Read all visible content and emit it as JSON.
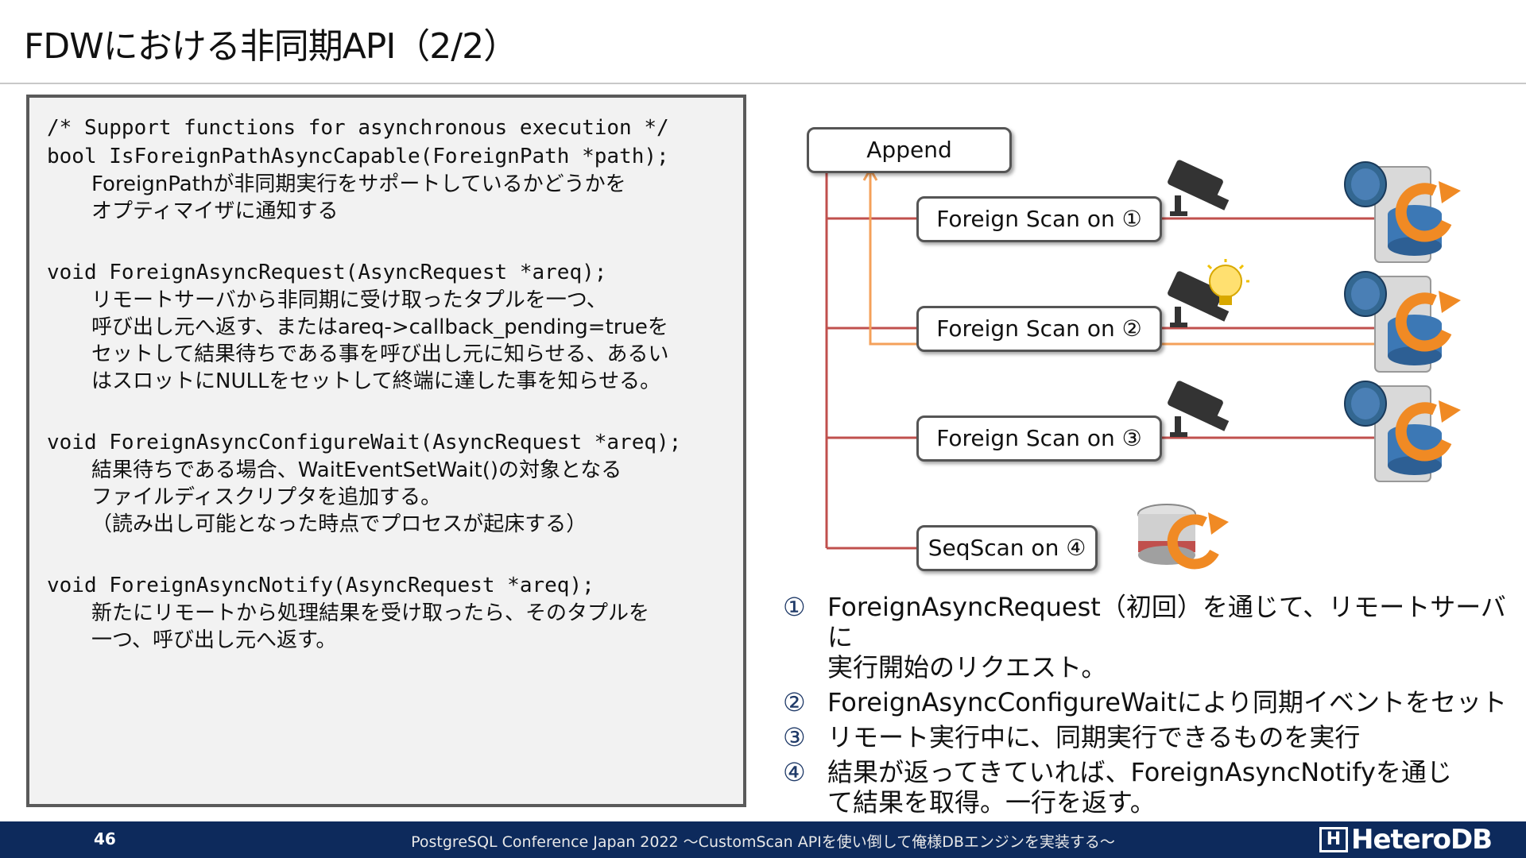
{
  "slide": {
    "title": "FDWにおける非同期API（2/2）"
  },
  "code": {
    "header": "/* Support functions for asynchronous execution */",
    "functions": [
      {
        "signature": "bool IsForeignPathAsyncCapable(ForeignPath *path);",
        "description": [
          "ForeignPathが非同期実行をサポートしているかどうかを",
          "オプティマイザに通知する"
        ]
      },
      {
        "signature": "void ForeignAsyncRequest(AsyncRequest *areq);",
        "description": [
          "リモートサーバから非同期に受け取ったタプルを一つ、",
          "呼び出し元へ返す、またはareq->callback_pending=trueを",
          "セットして結果待ちである事を呼び出し元に知らせる、あるい",
          "はスロットにNULLをセットして終端に達した事を知らせる。"
        ]
      },
      {
        "signature": "void ForeignAsyncConfigureWait(AsyncRequest *areq);",
        "description": [
          "結果待ちである場合、WaitEventSetWait()の対象となる",
          "ファイルディスクリプタを追加する。",
          "（読み出し可能となった時点でプロセスが起床する）"
        ]
      },
      {
        "signature": "void ForeignAsyncNotify(AsyncRequest *areq);",
        "description": [
          "新たにリモートから処理結果を受け取ったら、そのタプルを",
          "一つ、呼び出し元へ返す。"
        ]
      }
    ]
  },
  "diagram": {
    "append_label": "Append",
    "nodes": [
      {
        "label": "Foreign Scan on ①"
      },
      {
        "label": "Foreign Scan on ②"
      },
      {
        "label": "Foreign Scan on ③"
      },
      {
        "label": "SeqScan on ④"
      }
    ],
    "colors": {
      "plan_line": "#c0504d",
      "async_line": "#f4a15a",
      "refresh_arrow": "#f08a24",
      "db_blue": "#3c78b5"
    },
    "icons": [
      "camera-icon",
      "lightbulb-icon",
      "postgres-elephant-icon",
      "database-server-icon",
      "refresh-icon"
    ]
  },
  "steps": [
    {
      "num": "①",
      "text": "ForeignAsyncRequest（初回）を通じて、リモートサーバに\n実行開始のリクエスト。"
    },
    {
      "num": "②",
      "text": "ForeignAsyncConfigureWaitにより同期イベントをセット"
    },
    {
      "num": "③",
      "text": "リモート実行中に、同期実行できるものを実行"
    },
    {
      "num": "④",
      "text": "結果が返ってきていれば、ForeignAsyncNotifyを通じ\nて結果を取得。一行を返す。"
    }
  ],
  "footer": {
    "page_number": "46",
    "text": "PostgreSQL Conference Japan 2022 ～CustomScan APIを使い倒して俺様DBエンジンを実装する～",
    "logo_text": "HeteroDB",
    "logo_mark": "H"
  }
}
